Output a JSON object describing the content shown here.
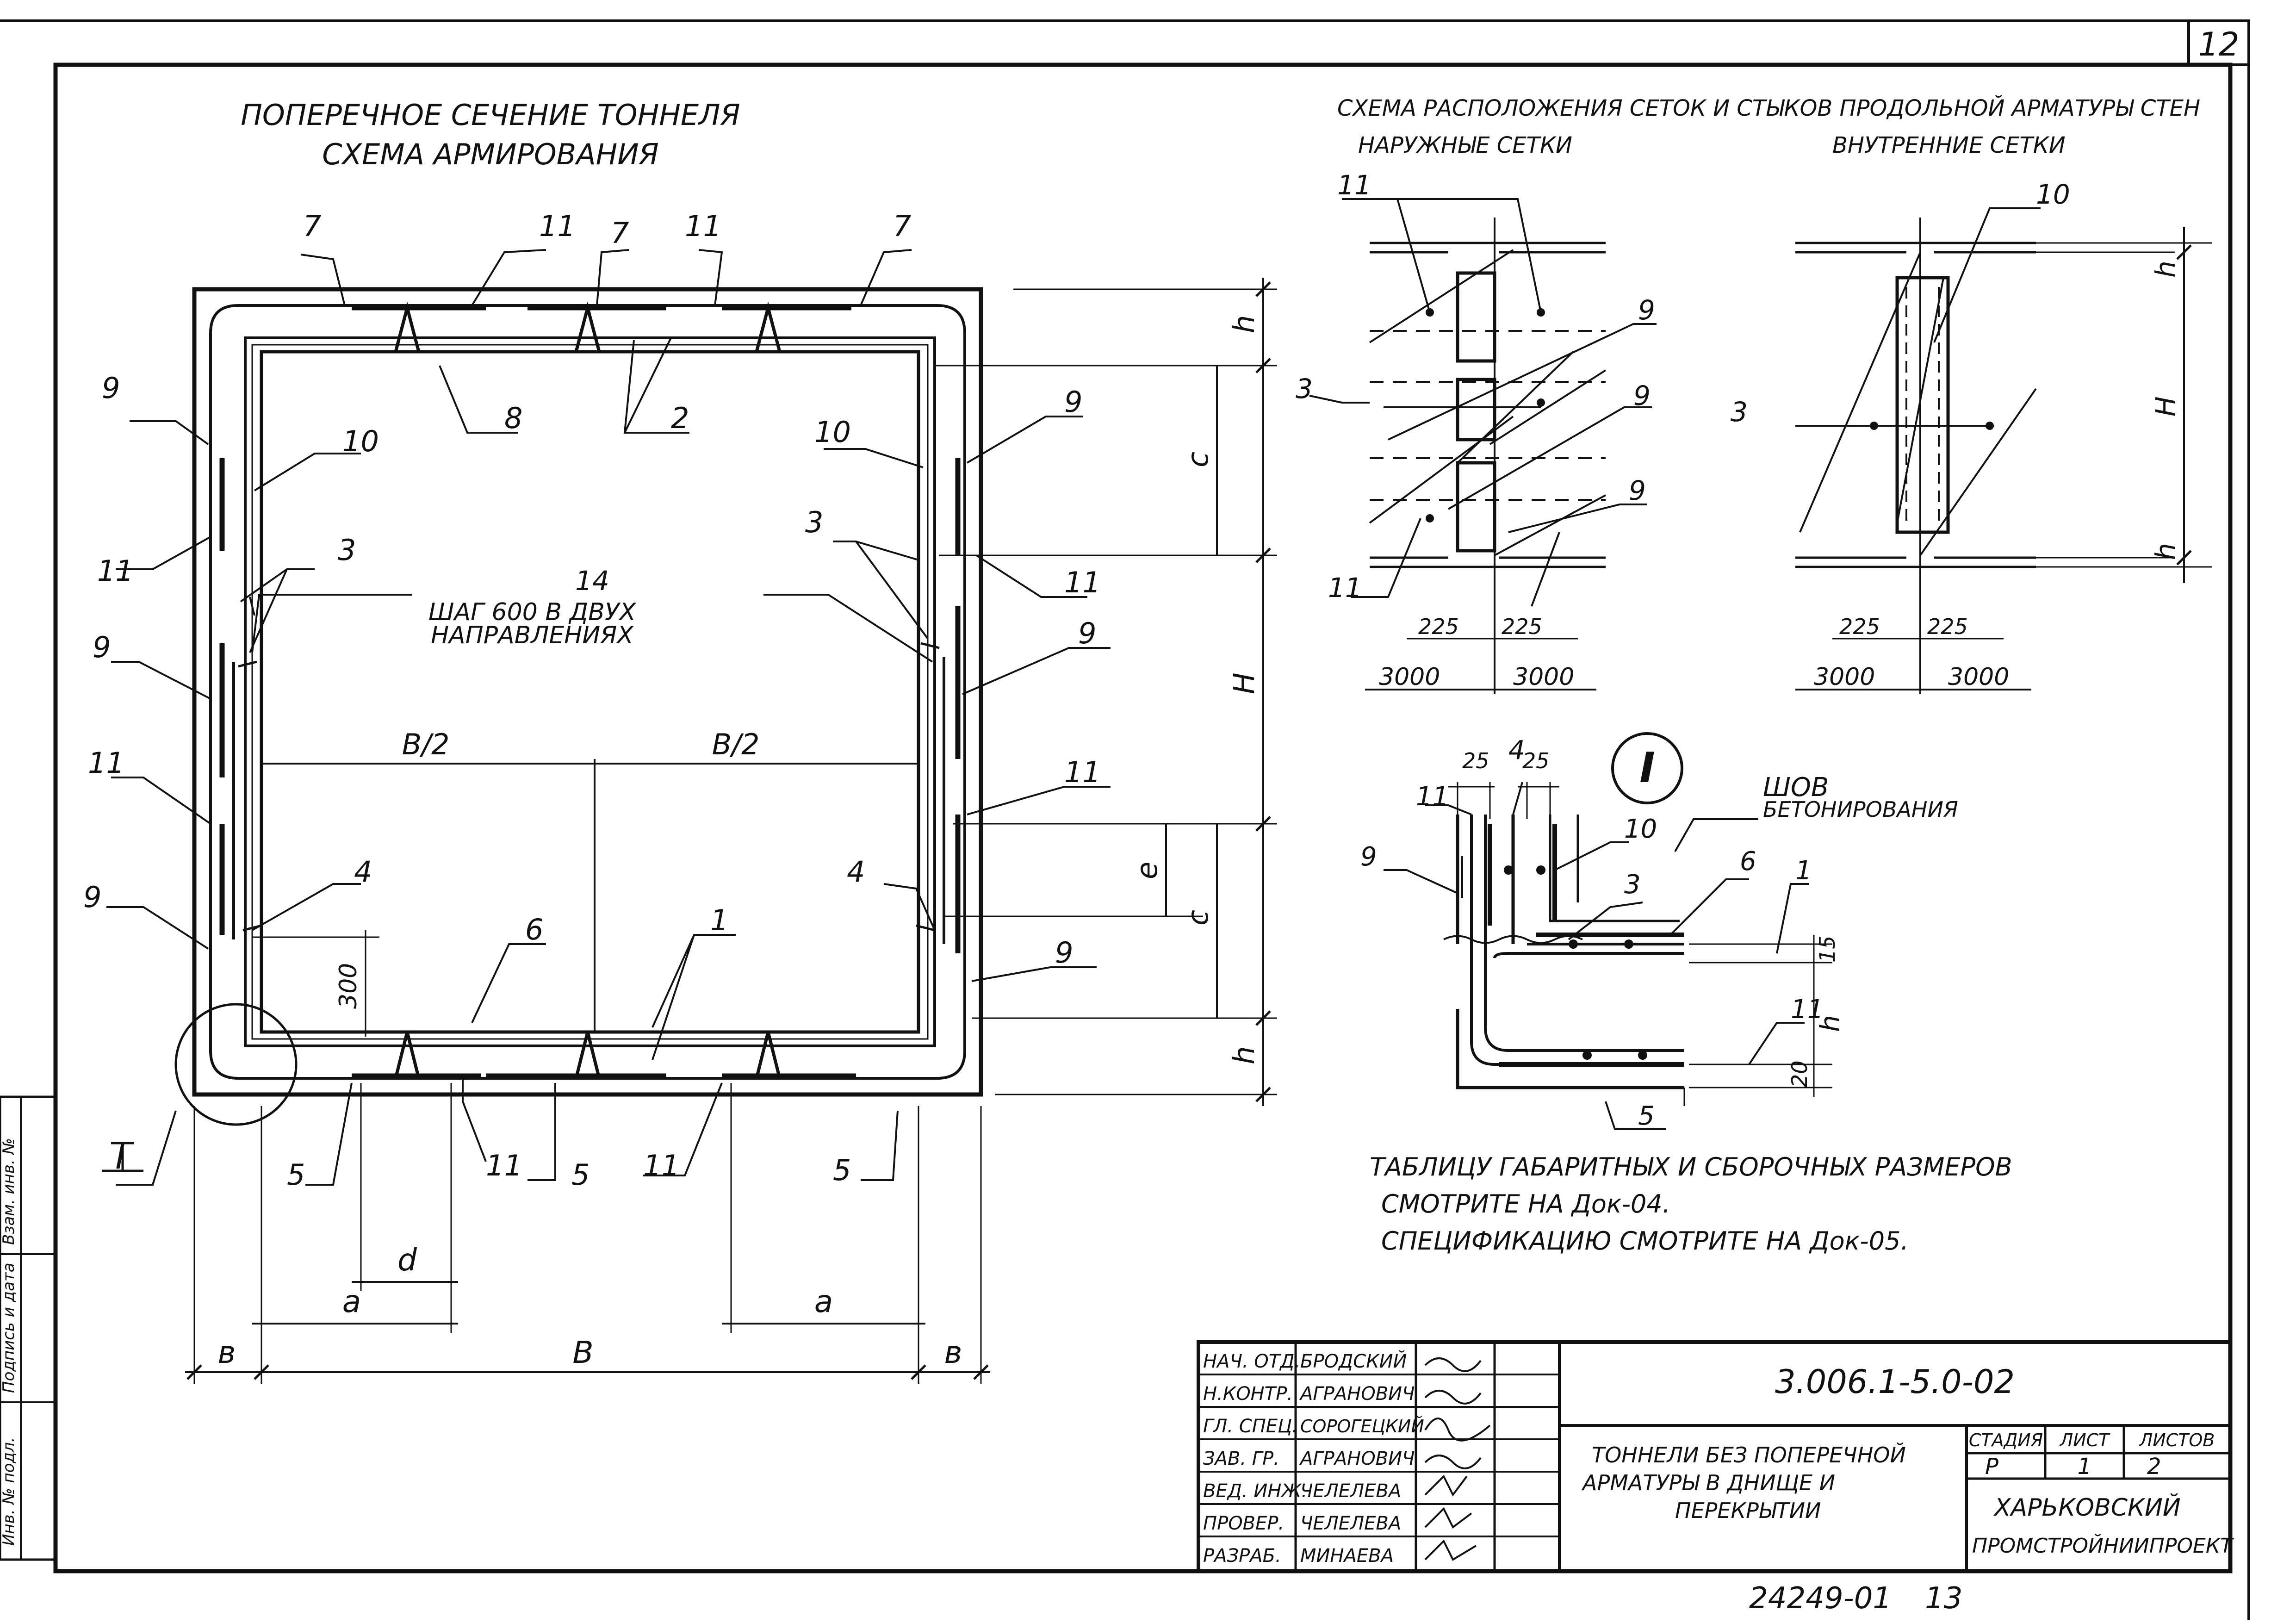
{
  "sheet": {
    "number": "12",
    "bottom_note_1": "24249-01",
    "bottom_note_2": "13",
    "left_margin_labels": [
      "Инв. № подл.",
      "Подпись и дата",
      "Взам. инв. №"
    ]
  },
  "main_section": {
    "title_1": "ПОПЕРЕЧНОЕ СЕЧЕНИЕ ТОННЕЛЯ",
    "title_2": "СХЕМА АРМИРОВАНИЯ",
    "step_note_number": "14",
    "step_note_1": "ШАГ 600 В ДВУХ",
    "step_note_2": "НАПРАВЛЕНИЯХ",
    "half_width_label": "B/2",
    "callouts": [
      "7",
      "11",
      "7",
      "11",
      "7",
      "8",
      "2",
      "9",
      "10",
      "10",
      "9",
      "11",
      "3",
      "3",
      "11",
      "9",
      "9",
      "11",
      "11",
      "9",
      "4",
      "4",
      "9",
      "6",
      "1",
      "5",
      "11",
      "5",
      "11",
      "5"
    ],
    "dim_300": "300",
    "dims": {
      "h": "h",
      "c": "c",
      "H": "H",
      "e": "e",
      "d": "d",
      "a": "a",
      "b": "в",
      "B": "B"
    },
    "detail_mark": "I"
  },
  "mesh_scheme": {
    "title": "СХЕМА РАСПОЛОЖЕНИЯ СЕТОК И СТЫКОВ ПРОДОЛЬНОЙ АРМАТУРЫ СТЕН",
    "outer_label": "НАРУЖНЫЕ СЕТКИ",
    "inner_label": "ВНУТРЕННИЕ СЕТКИ",
    "outer_callouts": [
      "11",
      "9",
      "3",
      "9",
      "9",
      "11"
    ],
    "inner_callouts": [
      "10",
      "3"
    ],
    "gap_dims": [
      "225",
      "225",
      "225",
      "225"
    ],
    "length_dims": [
      "3000",
      "3000",
      "3000",
      "3000"
    ],
    "dims": {
      "h": "h",
      "H": "H"
    }
  },
  "detail_I": {
    "mark": "I",
    "joint_label_1": "ШОВ",
    "joint_label_2": "БЕТОНИРОВАНИЯ",
    "callouts": [
      "11",
      "4",
      "9",
      "10",
      "3",
      "6",
      "1",
      "11",
      "5"
    ],
    "dims": [
      "25",
      "25",
      "15",
      "20",
      "h"
    ]
  },
  "notes": [
    "ТАБЛИЦУ ГАБАРИТНЫХ И СБОРОЧНЫХ РАЗМЕРОВ",
    "СМОТРИТЕ НА Док-04.",
    "СПЕЦИФИКАЦИЮ СМОТРИТЕ НА Док-05."
  ],
  "title_block": {
    "code": "3.006.1-5.0-02",
    "title_lines": [
      "ТОННЕЛИ БЕЗ ПОПЕРЕЧНОЙ",
      "АРМАТУРЫ В ДНИЩЕ И",
      "ПЕРЕКРЫТИИ"
    ],
    "stage_header": "СТАДИЯ",
    "sheet_header": "ЛИСТ",
    "sheets_header": "ЛИСТОВ",
    "stage": "Р",
    "sheet": "1",
    "sheets": "2",
    "org_1": "ХАРЬКОВСКИЙ",
    "org_2": "ПРОМСТРОЙНИИПРОЕКТ",
    "roles": [
      "НАЧ. ОТД.",
      "Н.КОНТР.",
      "ГЛ. СПЕЦ.",
      "ЗАВ. ГР.",
      "ВЕД. ИНЖ.",
      "ПРОВЕР.",
      "РАЗРАБ."
    ],
    "names": [
      "БРОДСКИЙ",
      "АГРАНОВИЧ",
      "СОРОГЕЦКИЙ",
      "АГРАНОВИЧ",
      "ЧЕЛЕЛЕВА",
      "ЧЕЛЕЛЕВА",
      "МИНАЕВА"
    ]
  }
}
